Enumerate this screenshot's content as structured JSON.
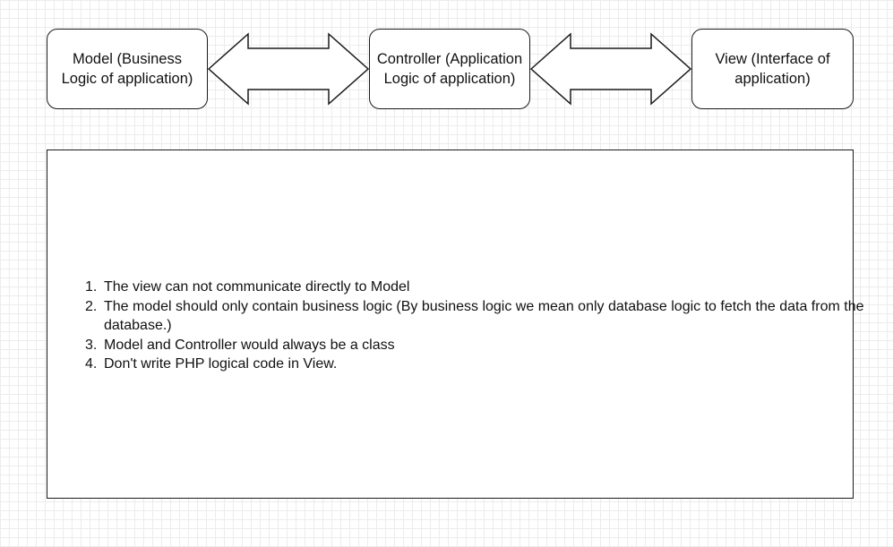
{
  "diagram": {
    "nodes": [
      {
        "id": "model",
        "lines": [
          "Model (Business",
          "Logic of application)"
        ]
      },
      {
        "id": "controller",
        "lines": [
          "Controller (Application",
          "Logic of application)"
        ]
      },
      {
        "id": "view",
        "lines": [
          "View (Interface of",
          "application)"
        ]
      }
    ],
    "edges": [
      {
        "from": "model",
        "to": "controller",
        "style": "double-headed-block-arrow"
      },
      {
        "from": "controller",
        "to": "view",
        "style": "double-headed-block-arrow"
      }
    ],
    "notes": [
      {
        "number": "1.",
        "text": "The view can not communicate directly to Model"
      },
      {
        "number": "2.",
        "text": "The model should only contain business logic (By business logic we mean only database logic to fetch the data from the database.)"
      },
      {
        "number": "3.",
        "text": "Model and Controller would always be a class"
      },
      {
        "number": "4.",
        "text": "Don't write PHP logical code in View."
      }
    ]
  },
  "colors": {
    "stroke": "#1a1a1a",
    "fill": "#ffffff",
    "grid": "#ececec"
  }
}
